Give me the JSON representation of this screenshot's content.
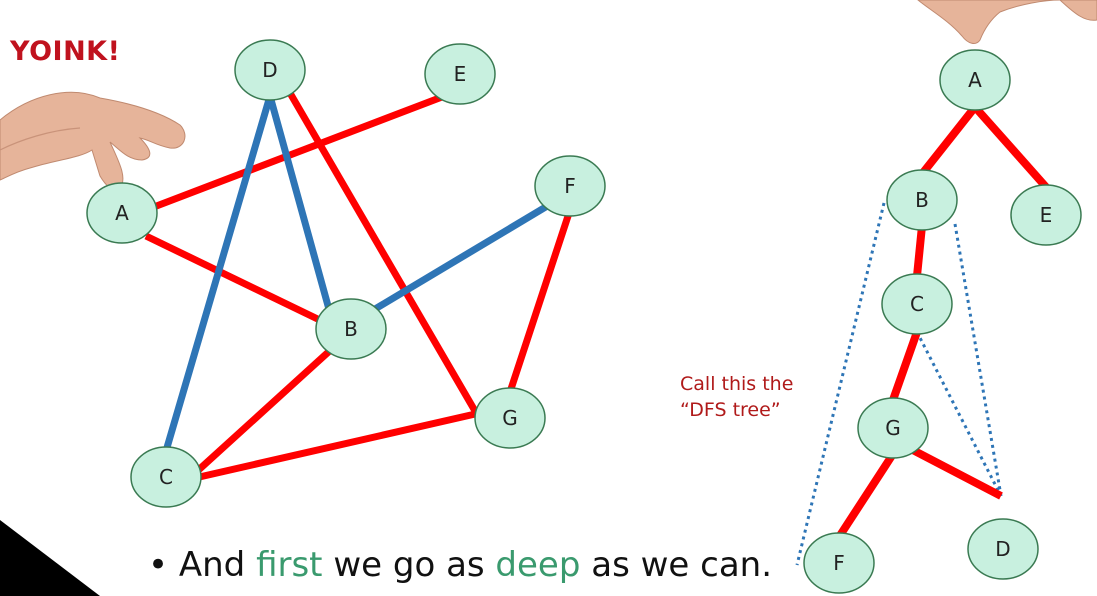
{
  "exclamation": "YOINK!",
  "left_graph": {
    "nodes": [
      "A",
      "B",
      "C",
      "D",
      "E",
      "F",
      "G"
    ],
    "edges": [
      {
        "from": "A",
        "to": "E",
        "color": "red"
      },
      {
        "from": "A",
        "to": "B",
        "color": "red"
      },
      {
        "from": "D",
        "to": "G",
        "color": "red"
      },
      {
        "from": "B",
        "to": "C",
        "color": "red"
      },
      {
        "from": "C",
        "to": "G",
        "color": "red"
      },
      {
        "from": "F",
        "to": "G",
        "color": "red"
      },
      {
        "from": "D",
        "to": "B",
        "color": "blue"
      },
      {
        "from": "D",
        "to": "C",
        "color": "blue"
      },
      {
        "from": "B",
        "to": "F",
        "color": "blue"
      }
    ]
  },
  "dfs_tree": {
    "nodes": [
      "A",
      "B",
      "E",
      "C",
      "G",
      "F",
      "D"
    ],
    "tree_edges": [
      {
        "from": "A",
        "to": "B"
      },
      {
        "from": "A",
        "to": "E"
      },
      {
        "from": "B",
        "to": "C"
      },
      {
        "from": "C",
        "to": "G"
      },
      {
        "from": "G",
        "to": "F"
      },
      {
        "from": "G",
        "to": "D"
      }
    ],
    "non_tree_edges": [
      {
        "from": "B",
        "to": "F"
      },
      {
        "from": "B",
        "to": "D"
      },
      {
        "from": "C",
        "to": "D"
      }
    ]
  },
  "caption": {
    "line1": "Call this the",
    "line2": "“DFS tree”"
  },
  "bullet": {
    "marker": "•",
    "part1": "And ",
    "hl1": "first",
    "part2": " we go as ",
    "hl2": "deep",
    "part3": " as we can."
  },
  "colors": {
    "node_fill": "#c8f0df",
    "node_stroke": "#3a7a52",
    "red_edge": "#ff0000",
    "blue_edge": "#2e75b6",
    "highlight": "#3a9a6e",
    "caption": "#b01a1a",
    "yoink": "#c0121e"
  }
}
